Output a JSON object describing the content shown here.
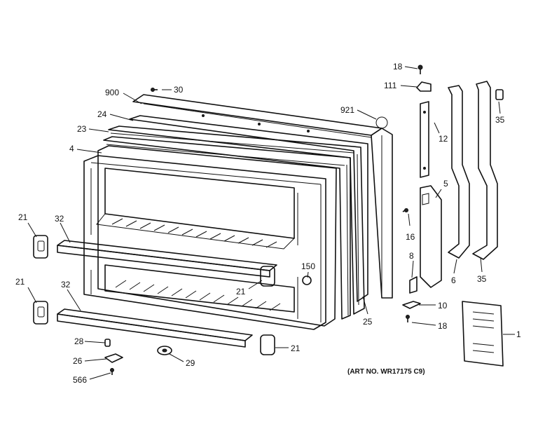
{
  "labels": {
    "p900": "900",
    "p30": "30",
    "p24": "24",
    "p23": "23",
    "p4": "4",
    "p921": "921",
    "p18top": "18",
    "p111": "111",
    "p12": "12",
    "p35top": "35",
    "p5": "5",
    "p16": "16",
    "p8": "8",
    "p6": "6",
    "p35bot": "35",
    "p10": "10",
    "p18bot": "18",
    "p1": "1",
    "p21a": "21",
    "p21b": "21",
    "p21c": "21",
    "p21d": "21",
    "p32a": "32",
    "p32b": "32",
    "p150": "150",
    "p25": "25",
    "p28": "28",
    "p26": "26",
    "p566": "566",
    "p29": "29"
  },
  "art_number": "(ART NO. WR17175 C9)"
}
